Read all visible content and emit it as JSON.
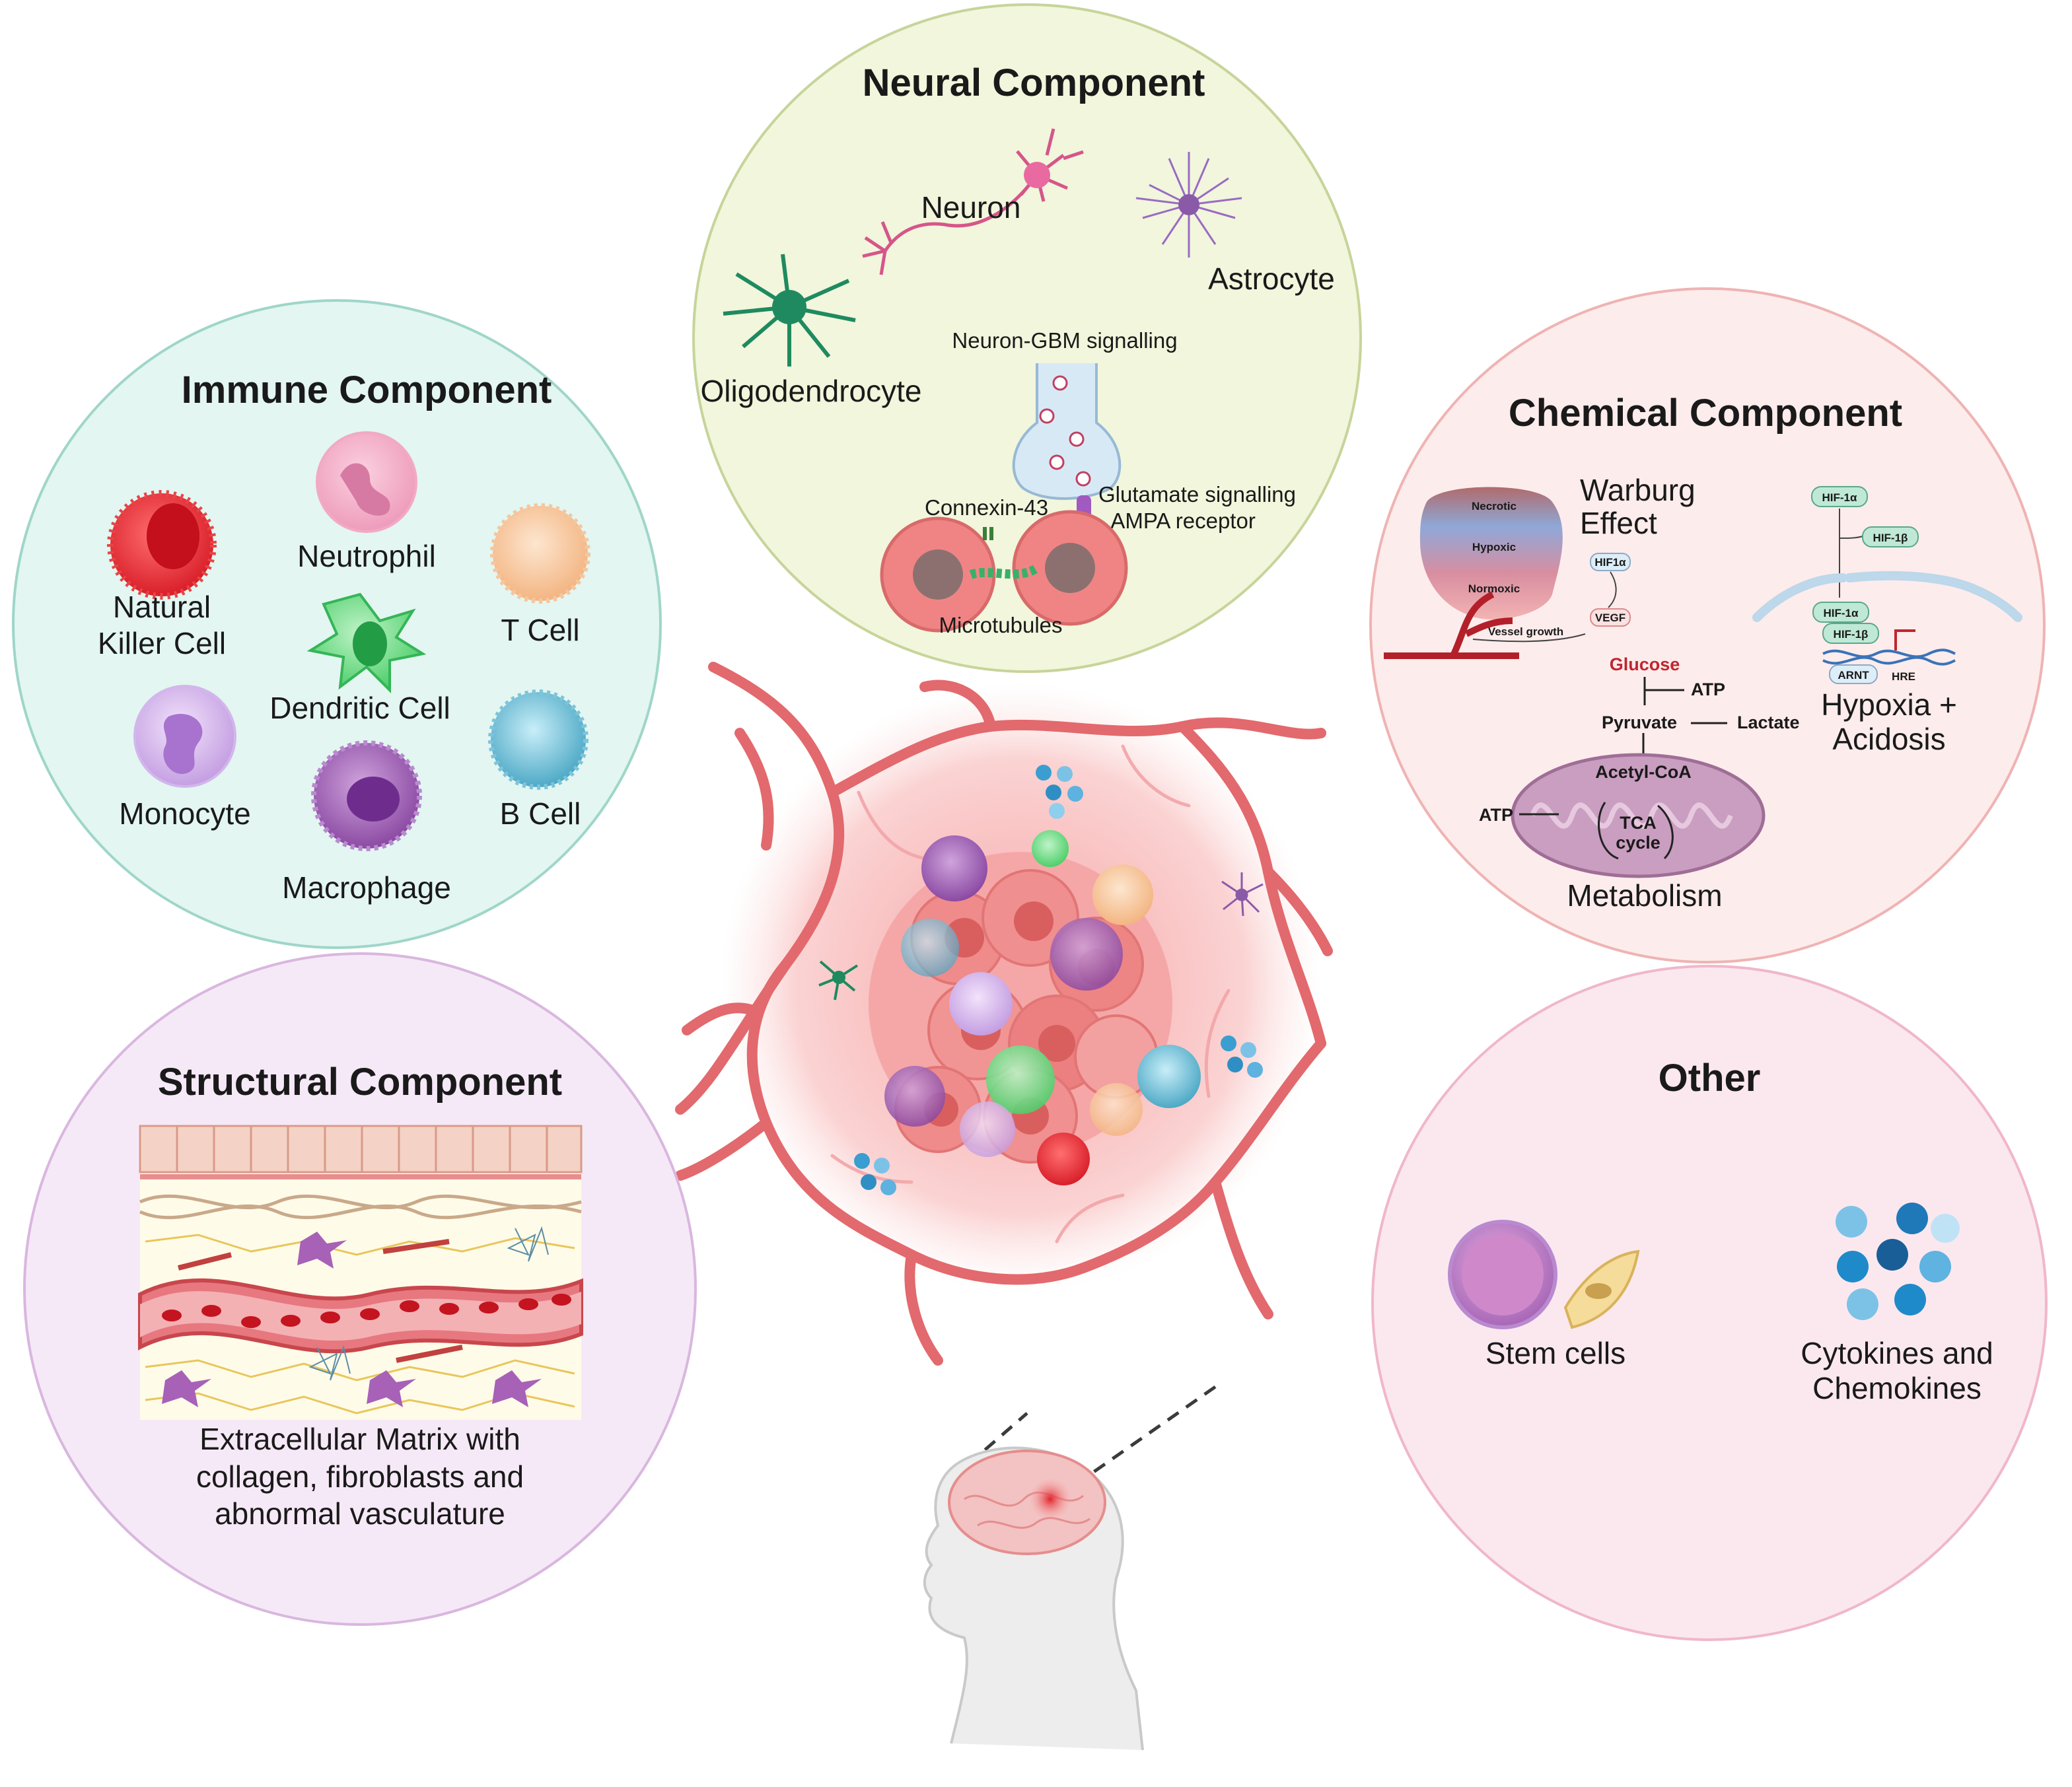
{
  "colors": {
    "immune": "#e3f6f1",
    "neural": "#f1f6dc",
    "chemical": "#fdecec",
    "structural": "#f6e9f7",
    "other": "#fbe8ef",
    "tumor": "#f26d6d",
    "vessel": "#e2696d"
  },
  "neural": {
    "title": "Neural Component",
    "neuron": "Neuron",
    "astrocyte": "Astrocyte",
    "oligodendrocyte": "Oligodendrocyte",
    "signalling": "Neuron-GBM signalling",
    "connexin": "Connexin-43",
    "glutamate": "Glutamate signalling",
    "ampa": "- AMPA receptor",
    "microtubules": "Microtubules"
  },
  "immune": {
    "title": "Immune Component",
    "nk_line1": "Natural",
    "nk_line2": "Killer Cell",
    "neutrophil": "Neutrophil",
    "tcell": "T Cell",
    "dendritic": "Dendritic Cell",
    "monocyte": "Monocyte",
    "bcell": "B Cell",
    "macrophage": "Macrophage"
  },
  "chemical": {
    "title": "Chemical Component",
    "warburg_line1": "Warburg",
    "warburg_line2": "Effect",
    "necrotic": "Necrotic",
    "hypoxic": "Hypoxic",
    "normoxic": "Normoxic",
    "hif1a_small": "HIF1α",
    "vegf": "VEGF",
    "vessel_growth": "Vessel growth",
    "hif1a": "HIF-1α",
    "hif1b": "HIF-1β",
    "hif1a_nuc": "HIF-1α",
    "hif1b_nuc": "HIF-1β",
    "arnt": "ARNT",
    "hre": "HRE",
    "hypoxia_line1": "Hypoxia +",
    "hypoxia_line2": "Acidosis",
    "glucose": "Glucose",
    "atp1": "ATP",
    "pyruvate": "Pyruvate",
    "lactate": "Lactate",
    "acetyl": "Acetyl-CoA",
    "atp2": "ATP",
    "tca_line1": "TCA",
    "tca_line2": "cycle",
    "metabolism": "Metabolism"
  },
  "structural": {
    "title": "Structural Component",
    "caption_line1": "Extracellular Matrix with",
    "caption_line2": "collagen, fibroblasts and",
    "caption_line3": "abnormal vasculature"
  },
  "other": {
    "title": "Other",
    "stem": "Stem cells",
    "cyto_line1": "Cytokines and",
    "cyto_line2": "Chemokines"
  }
}
